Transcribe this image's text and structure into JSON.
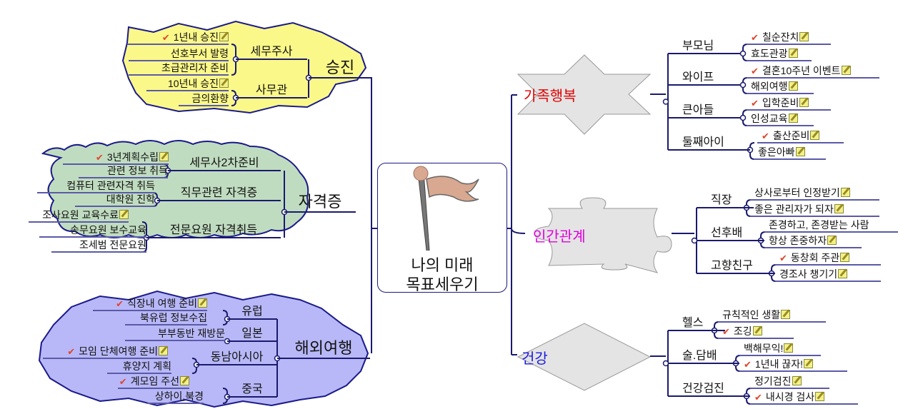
{
  "center": {
    "line1": "나의 미래",
    "line2": "목표세우기",
    "icon": "flag-icon"
  },
  "left_branches": [
    {
      "label": "승진",
      "fill": "#fbf88a",
      "subs": [
        {
          "label": "세무주사",
          "items": [
            {
              "text": "1년내 승진",
              "checked": true,
              "note": true
            },
            {
              "text": "선호부서 발령",
              "checked": false,
              "note": false
            },
            {
              "text": "초급관리자 준비",
              "checked": false,
              "note": false
            }
          ]
        },
        {
          "label": "사무관",
          "items": [
            {
              "text": "10년내 승진",
              "checked": false,
              "note": true
            },
            {
              "text": "금의환향",
              "checked": false,
              "note": false
            }
          ]
        }
      ]
    },
    {
      "label": "자격증",
      "fill": "#c0dcc0",
      "subs": [
        {
          "label": "세무사2차준비",
          "items": [
            {
              "text": "3년계획수립",
              "checked": true,
              "note": true
            },
            {
              "text": "관련 정보 취득",
              "checked": false,
              "note": false
            }
          ]
        },
        {
          "label": "직무관련 자격증",
          "items": [
            {
              "text": "컴퓨터 관련자격 취득",
              "checked": false,
              "note": false
            },
            {
              "text": "대학원 진학",
              "checked": false,
              "note": false
            }
          ]
        },
        {
          "label": "전문요원 자격취득",
          "items": [
            {
              "text": "조사요원 교육수료",
              "checked": false,
              "note": true
            },
            {
              "text": "송무요원 보수교육",
              "checked": false,
              "note": false
            },
            {
              "text": "조세범 전문요원",
              "checked": false,
              "note": false
            }
          ]
        }
      ]
    },
    {
      "label": "해외여행",
      "fill": "#b8b8f8",
      "subs": [
        {
          "label": "유럽",
          "items": [
            {
              "text": "직장내 여행 준비",
              "checked": true,
              "note": true
            },
            {
              "text": "북유럽 정보수집",
              "checked": false,
              "note": false
            }
          ]
        },
        {
          "label": "일본",
          "items": [
            {
              "text": "부부동반 재방문",
              "checked": false,
              "note": false
            }
          ]
        },
        {
          "label": "동남아시아",
          "items": [
            {
              "text": "모임 단체여행 준비",
              "checked": true,
              "note": true
            },
            {
              "text": "휴양지 계획",
              "checked": false,
              "note": false
            }
          ]
        },
        {
          "label": "중국",
          "items": [
            {
              "text": "계모임 주선",
              "checked": true,
              "note": true
            },
            {
              "text": "상하이,북경",
              "checked": false,
              "note": false
            }
          ]
        }
      ]
    }
  ],
  "right_branches": [
    {
      "label": "가족행복",
      "color": "#e00000",
      "subs": [
        {
          "label": "부모님",
          "items": [
            {
              "text": "칠순잔치",
              "checked": true,
              "note": true
            },
            {
              "text": "효도관광",
              "checked": false,
              "note": true
            }
          ]
        },
        {
          "label": "와이프",
          "items": [
            {
              "text": "결혼10주년 이벤트",
              "checked": true,
              "note": true
            },
            {
              "text": "해외여행",
              "checked": false,
              "note": true
            }
          ]
        },
        {
          "label": "큰아들",
          "items": [
            {
              "text": "입학준비",
              "checked": true,
              "note": true
            },
            {
              "text": "인성교육",
              "checked": false,
              "note": true
            }
          ]
        },
        {
          "label": "둘째아이",
          "items": [
            {
              "text": "출산준비",
              "checked": true,
              "note": true
            },
            {
              "text": "좋은아빠",
              "checked": false,
              "note": true
            }
          ]
        }
      ]
    },
    {
      "label": "인간관계",
      "color": "#e000e0",
      "subs": [
        {
          "label": "직장",
          "items": [
            {
              "text": "상사로부터 인정받기",
              "checked": false,
              "note": true
            },
            {
              "text": "좋은 관리자가 되자",
              "checked": false,
              "note": true
            }
          ]
        },
        {
          "label": "선후배",
          "items": [
            {
              "text": "존경하고, 존경받는 사람",
              "checked": false,
              "note": false
            },
            {
              "text": "항상 존중하자",
              "checked": false,
              "note": true
            }
          ]
        },
        {
          "label": "고향친구",
          "items": [
            {
              "text": "동창회 주관",
              "checked": true,
              "note": true
            },
            {
              "text": "경조사 챙기기",
              "checked": false,
              "note": true
            }
          ]
        }
      ]
    },
    {
      "label": "건강",
      "color": "#1a1ae0",
      "subs": [
        {
          "label": "헬스",
          "items": [
            {
              "text": "규칙적인 생활",
              "checked": false,
              "note": true
            },
            {
              "text": "조깅",
              "checked": true,
              "note": true
            }
          ]
        },
        {
          "label": "술.담배",
          "items": [
            {
              "text": "백해무익!",
              "checked": false,
              "note": true
            },
            {
              "text": "1년내 끊자!",
              "checked": true,
              "note": true
            }
          ]
        },
        {
          "label": "건강검진",
          "items": [
            {
              "text": "정기검진",
              "checked": false,
              "note": true
            },
            {
              "text": "내시경 검사",
              "checked": true,
              "note": true
            }
          ]
        }
      ]
    }
  ]
}
